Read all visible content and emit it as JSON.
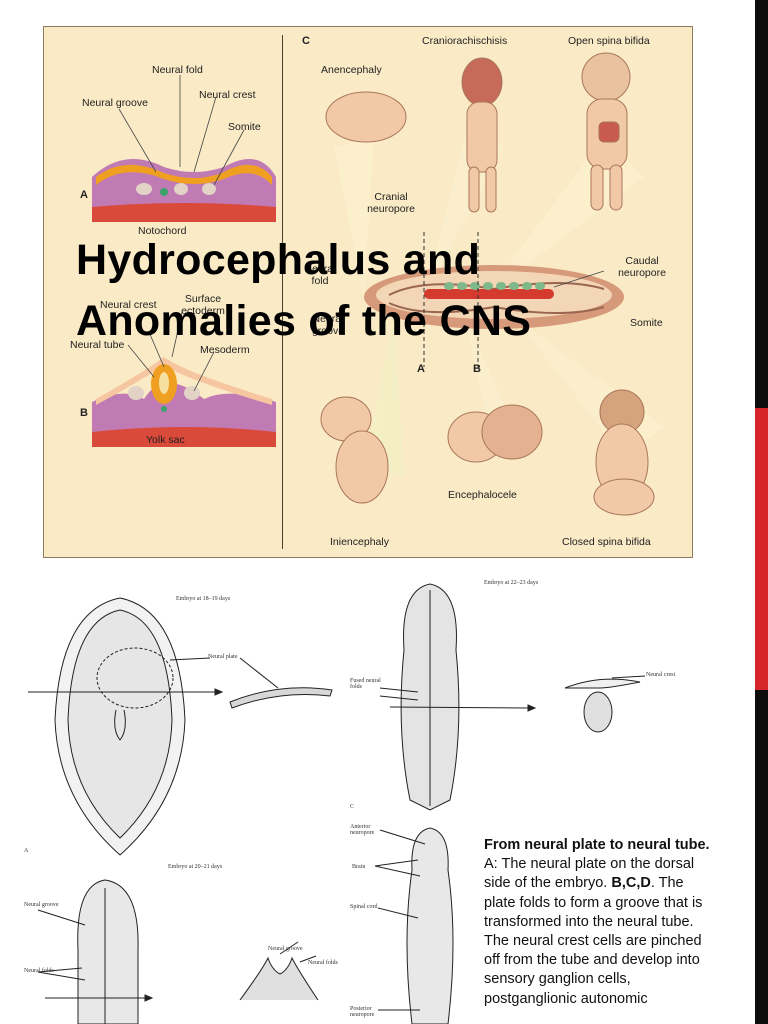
{
  "slide": {
    "title_line1": "Hydrocephalus and",
    "title_line2": "Anomalies of the CNS"
  },
  "figure": {
    "panel_a": {
      "letter": "A",
      "neural_fold": "Neural fold",
      "neural_groove": "Neural groove",
      "neural_crest": "Neural crest",
      "somite": "Somite",
      "notochord": "Notochord"
    },
    "panel_b": {
      "letter": "B",
      "neural_crest": "Neural crest",
      "surface_ectoderm": "Surface ectoderm",
      "neural_tube": "Neural tube",
      "mesoderm": "Mesoderm",
      "yolk_sac": "Yolk sac"
    },
    "panel_c": {
      "letter": "C",
      "anencephaly": "Anencephaly",
      "craniorachischisis": "Craniorachischisis",
      "open_spina_bifida": "Open spina bifida",
      "cranial_neuropore": "Cranial neuropore",
      "neural_fold": "Neural fold",
      "neural_groove": "Neural groove",
      "caudal_neuropore": "Caudal neuropore",
      "somite": "Somite",
      "line_a": "A",
      "line_b": "B",
      "iniencephaly": "Iniencephaly",
      "encephalocele": "Encephalocele",
      "closed_spina_bifida": "Closed spina bifida"
    }
  },
  "lower_figure": {
    "embryo_18_19": "Embryo at 18–19 days",
    "embryo_20_21": "Embryo at 20–21 days",
    "embryo_22_23": "Embryo at 22–23 days",
    "neural_plate": "Neural plate",
    "neural_groove": "Neural groove",
    "neural_folds": "Neural folds",
    "neural_groove_2": "Neural groove",
    "neural_folds_2": "Neural folds",
    "fused_neural_folds": "Fused neural folds",
    "neural_crest": "Neural crest",
    "anterior_neuropore": "Anterior neuropore",
    "brain": "Brain",
    "spinal_cord": "Spinal cord",
    "posterior_neuropore": "Posterior neuropore",
    "letter_a": "A",
    "letter_c": "C"
  },
  "caption": {
    "lead": "From neural plate to neural tube.",
    "a_label": "A",
    "a_text": ": The neural plate on the dorsal side of the embryo.",
    "bcd_label": "B,C,D",
    "bcd_text": ". The plate folds to form a groove that is transformed into the neural tube. The neural crest cells are pinched off from the tube and develop into sensory ganglion cells, postganglionic autonomic"
  }
}
